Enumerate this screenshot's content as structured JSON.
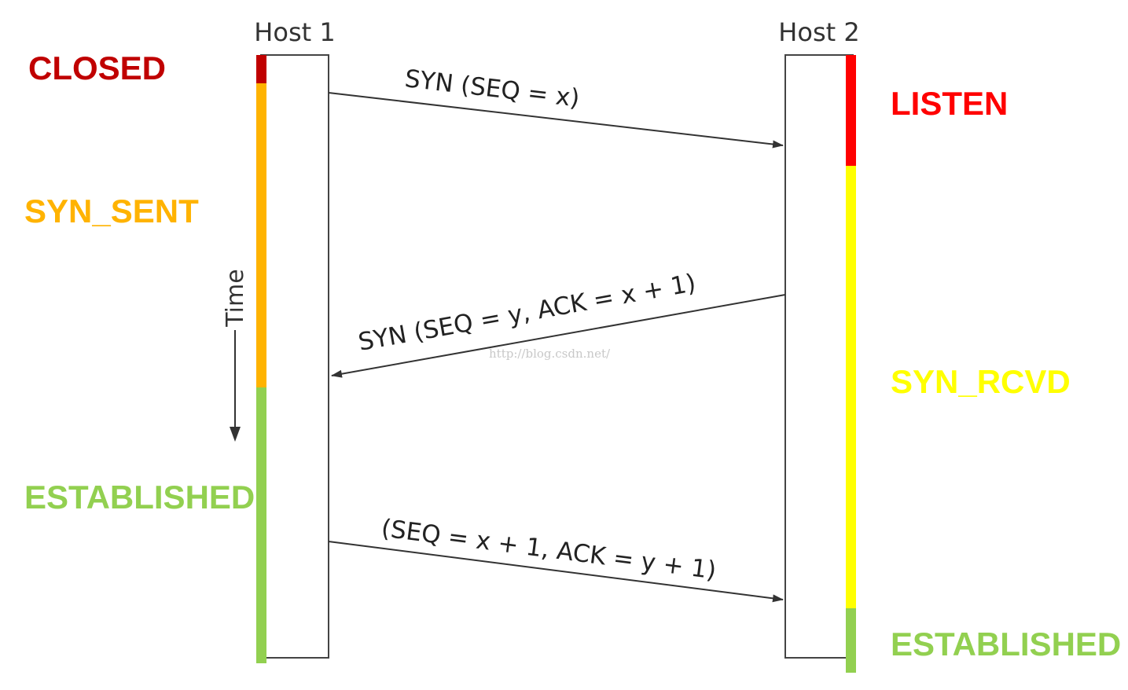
{
  "hosts": {
    "host1": "Host 1",
    "host2": "Host 2"
  },
  "time_label": "Time",
  "messages": {
    "syn": "SYN (SEQ = x)",
    "syn_ack": "SYN (SEQ = y, ACK = x + 1)",
    "ack": "(SEQ = x + 1, ACK = y + 1)"
  },
  "host1_states": {
    "closed": "CLOSED",
    "syn_sent": "SYN_SENT",
    "established": "ESTABLISHED"
  },
  "host2_states": {
    "listen": "LISTEN",
    "syn_rcvd": "SYN_RCVD",
    "established": "ESTABLISHED"
  },
  "colors": {
    "closed": "#c00000",
    "syn_sent": "#ffb300",
    "established": "#92d050",
    "listen": "#ff0000",
    "syn_rcvd": "#ffff00",
    "line": "#333333"
  },
  "watermark": "http://blog.csdn.net/"
}
